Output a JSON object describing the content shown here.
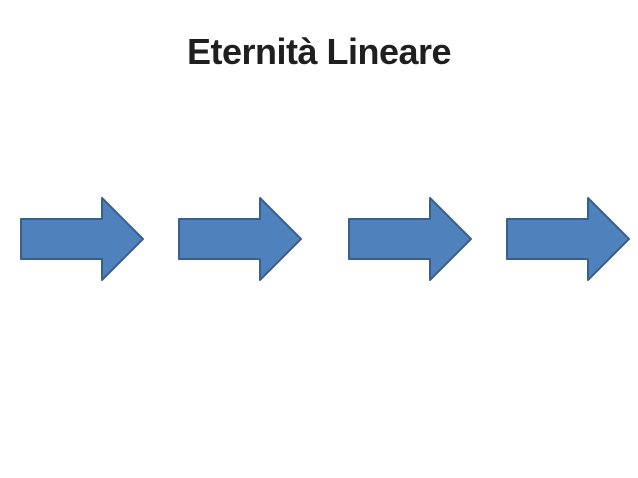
{
  "slide": {
    "title": "Eternità Lineare"
  },
  "colors": {
    "background": "#ffffff",
    "title_text": "#1f1f1f",
    "arrow_fill": "#4f81bd",
    "arrow_stroke": "#3a5f8b"
  },
  "arrows": {
    "type": "right-arrow",
    "count": 4,
    "direction": "right",
    "items": [
      {
        "name": "arrow-1"
      },
      {
        "name": "arrow-2"
      },
      {
        "name": "arrow-3"
      },
      {
        "name": "arrow-4"
      }
    ]
  }
}
